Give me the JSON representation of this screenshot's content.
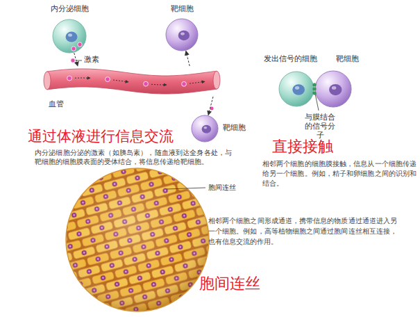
{
  "diagram": {
    "nodes": [
      {
        "text": [
          "内分泌细胞"
        ]
      },
      {
        "text": [
          "靶细胞"
        ]
      },
      {
        "text": [
          "血管"
        ]
      },
      {
        "text": [
          "靶细胞"
        ]
      },
      {
        "text": [
          "发出信号的细胞"
        ]
      },
      {
        "text": [
          "靶细胞"
        ]
      }
    ],
    "edges": [
      {
        "from": 0,
        "to": 2,
        "arrow": "to"
      },
      {
        "from": 2,
        "to": 1,
        "arrow": "to"
      },
      {
        "from": 2,
        "to": 3,
        "arrow": "to"
      }
    ],
    "labels": [
      "激素",
      "通过体液进行信息交流",
      "内分泌细胞分泌的激素（如胰岛素），随血液到达全身各处，与靶细胞的细胞膜表面的受体结合，将信息传递给靶细胞。",
      "与膜结合的信号分子",
      "直接接触",
      "相邻两个细胞的细胞膜接触，信息从一个细胞传递给另一个细胞。例如，精子和卵细胞之间的识别和结合。",
      "胞间连丝",
      "相邻两个细胞之间形成通道，携带信息的物质通过通道进入另一个细胞。例如，高等植物细胞之间通过胞间连丝相互连接，也有信息交流的作用。",
      "胞间连丝"
    ]
  }
}
